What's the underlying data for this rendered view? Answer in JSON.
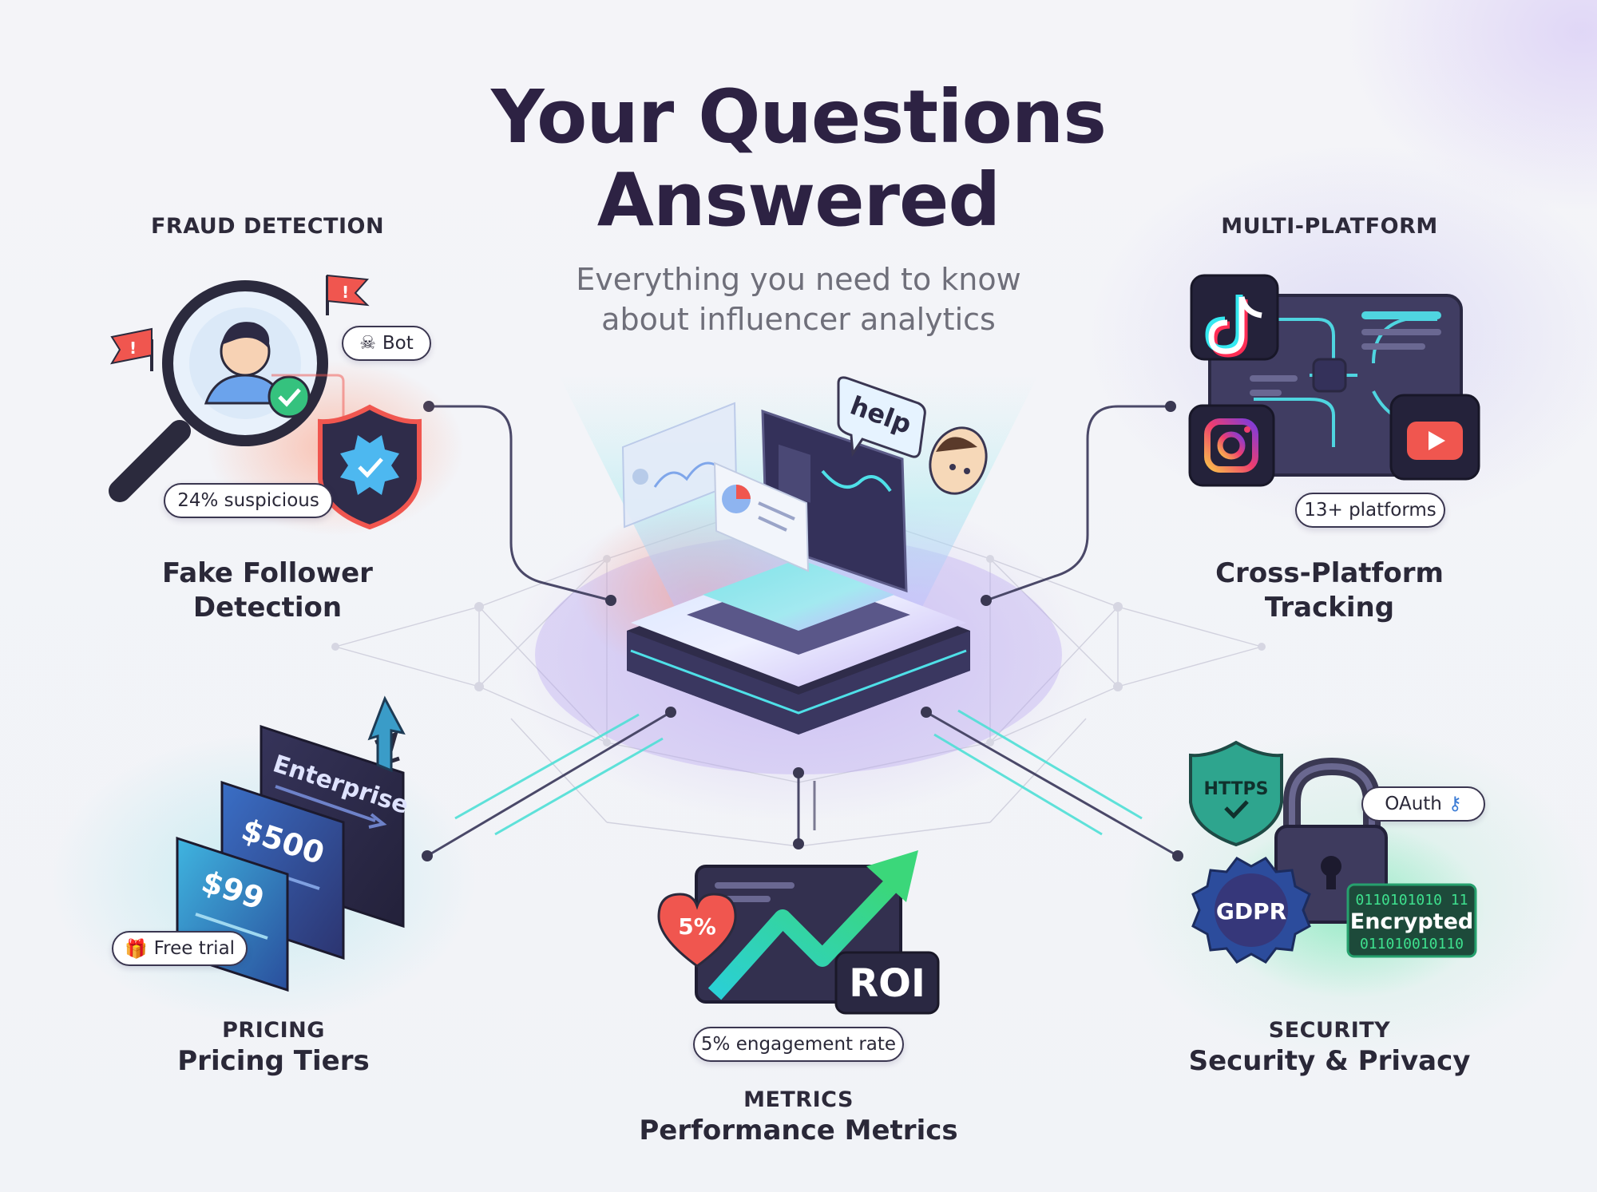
{
  "header": {
    "title_line1": "Your Questions",
    "title_line2": "Answered",
    "subtitle_line1": "Everything you need to know",
    "subtitle_line2": "about influencer analytics"
  },
  "hub": {
    "help_bubble": "help"
  },
  "sections": {
    "fraud": {
      "category": "FRAUD DETECTION",
      "title_line1": "Fake Follower",
      "title_line2": "Detection",
      "bot_badge": "Bot",
      "stat_pill": "24% suspicious",
      "icon_names": [
        "magnifier-icon",
        "user-avatar-icon",
        "check-icon",
        "shield-check-icon",
        "red-flag-icon",
        "skull-icon"
      ]
    },
    "platform": {
      "category": "MULTI-PLATFORM",
      "title_line1": "Cross-Platform",
      "title_line2": "Tracking",
      "stat_pill": "13+ platforms",
      "icon_names": [
        "tiktok-icon",
        "instagram-icon",
        "youtube-icon"
      ]
    },
    "pricing": {
      "category": "PRICING",
      "title": "Pricing Tiers",
      "tier_enterprise": "Enterprise",
      "tier_mid": "$500",
      "tier_low": "$99",
      "trial_pill": "Free trial",
      "icon_names": [
        "gift-icon",
        "up-arrow-icon"
      ]
    },
    "metrics": {
      "category": "METRICS",
      "title": "Performance Metrics",
      "heart_value": "5%",
      "roi_label": "ROI",
      "stat_pill": "5% engagement rate",
      "icon_names": [
        "heart-icon",
        "trend-arrow-icon"
      ]
    },
    "security": {
      "category": "SECURITY",
      "title": "Security & Privacy",
      "https_label": "HTTPS",
      "gdpr_label": "GDPR",
      "oauth_label": "OAuth",
      "binary_top": "0110101010 11",
      "encrypted_label": "Encrypted",
      "binary_bottom": "011010010110",
      "icon_names": [
        "padlock-icon",
        "key-icon",
        "shield-check-icon",
        "badge-icon"
      ]
    }
  },
  "colors": {
    "title": "#2d2243",
    "dark_panel": "#33304f",
    "teal": "#3fd3d9",
    "green": "#39c98a",
    "red": "#f0564f",
    "accent_blue": "#3a7bd5"
  }
}
